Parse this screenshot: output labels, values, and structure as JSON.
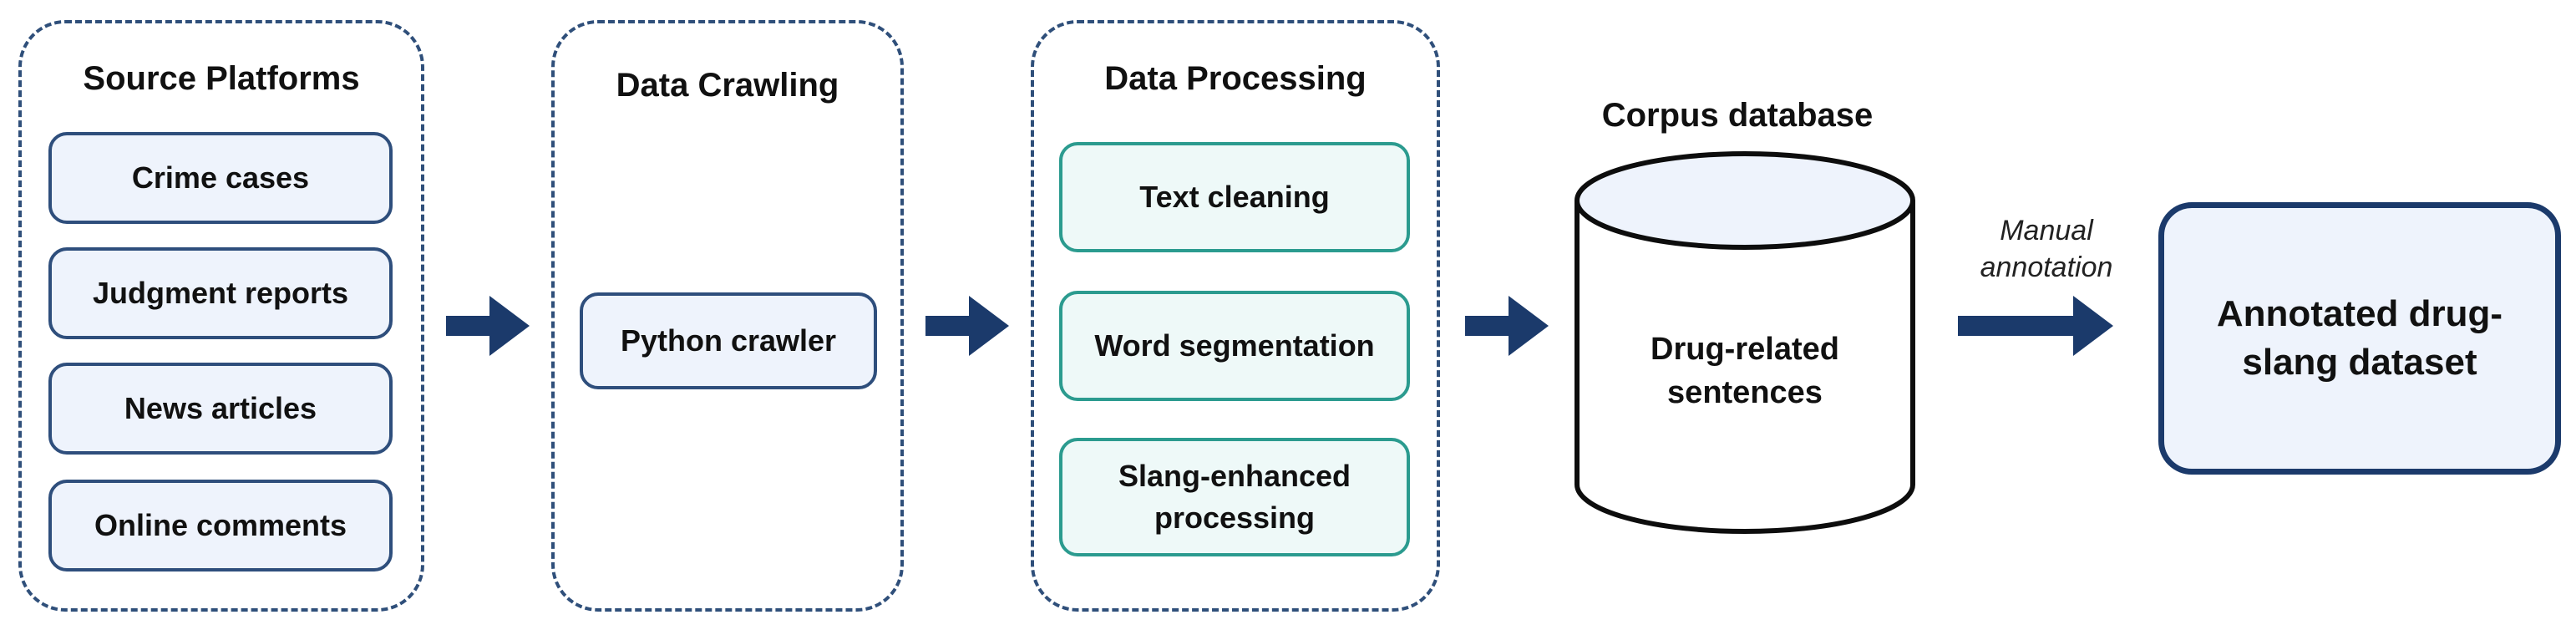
{
  "source_platforms": {
    "title": "Source Platforms",
    "items": [
      "Crime cases",
      "Judgment reports",
      "News articles",
      "Online comments"
    ]
  },
  "data_crawling": {
    "title": "Data Crawling",
    "items": [
      "Python crawler"
    ]
  },
  "data_processing": {
    "title": "Data Processing",
    "items": [
      "Text cleaning",
      "Word segmentation",
      "Slang-enhanced processing"
    ]
  },
  "corpus_database": {
    "title": "Corpus database",
    "label": "Drug-related sentences"
  },
  "manual_annotation": {
    "label": "Manual annotation"
  },
  "output": {
    "label": "Annotated drug-slang dataset"
  },
  "colors": {
    "dashed_border": "#2f4f7a",
    "blue_node_fill": "#eef3fc",
    "blue_node_border": "#2e4e7c",
    "teal_node_fill": "#eef9f8",
    "teal_node_border": "#2b9b8f",
    "arrow": "#1b3a6b"
  }
}
